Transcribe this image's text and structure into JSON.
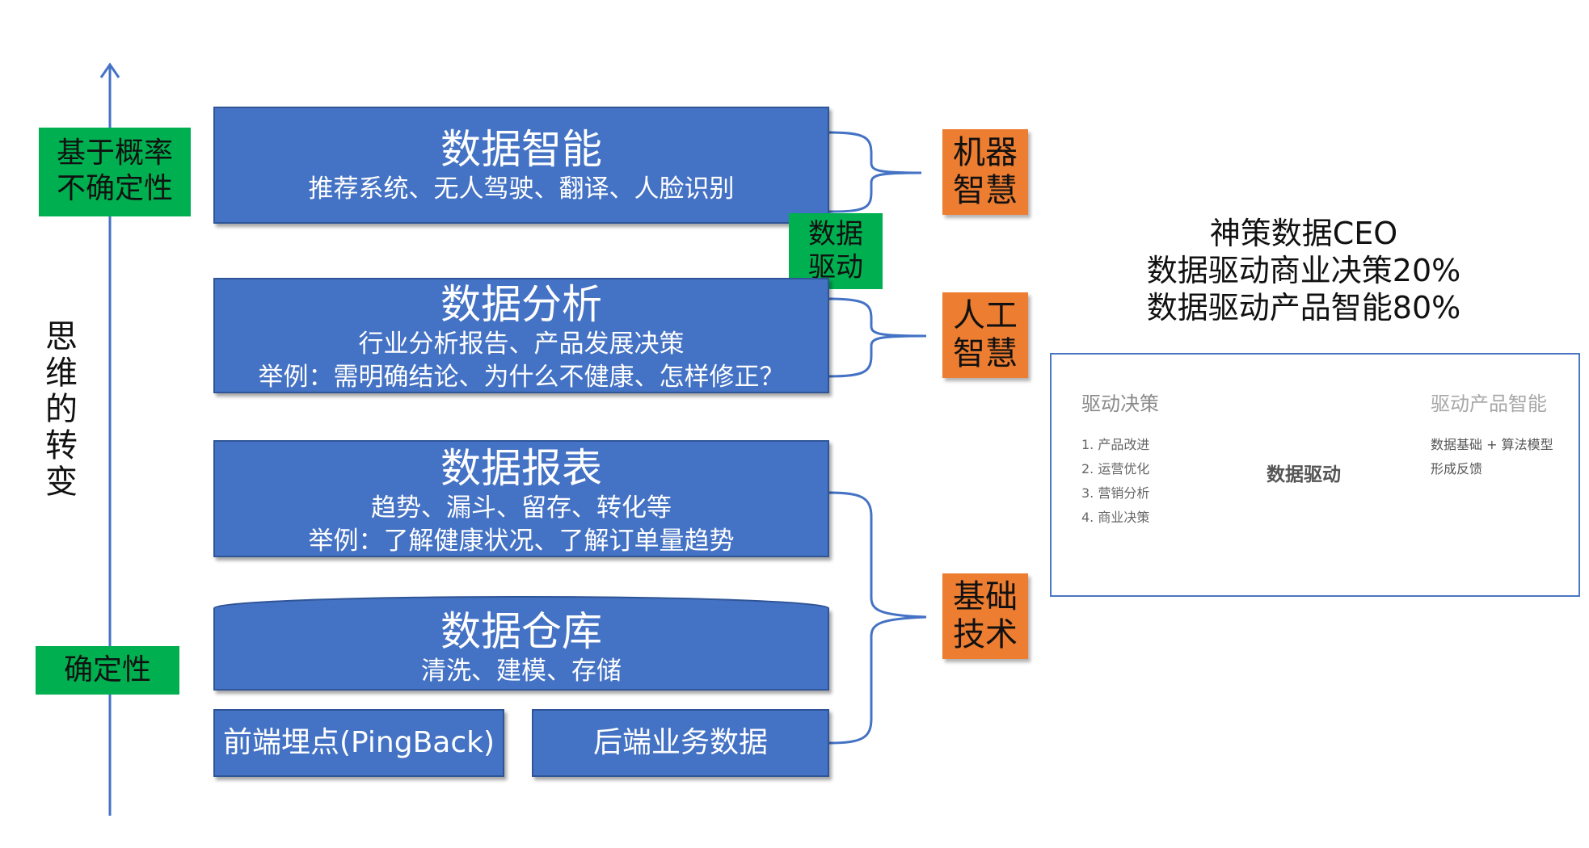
{
  "axis": {
    "top_label_line1": "基于概率",
    "top_label_line2": "不确定性",
    "bottom_label": "确定性",
    "vertical_text": "思维的转变"
  },
  "layers": {
    "intelligence": {
      "title": "数据智能",
      "line1": "推荐系统、无人驾驶、翻译、人脸识别"
    },
    "driven_tag": {
      "line1": "数据",
      "line2": "驱动"
    },
    "analysis": {
      "title": "数据分析",
      "line1": "行业分析报告、产品发展决策",
      "line2": "举例：需明确结论、为什么不健康、怎样修正？"
    },
    "report": {
      "title": "数据报表",
      "line1": "趋势、漏斗、留存、转化等",
      "line2": "举例：了解健康状况、了解订单量趋势"
    },
    "warehouse": {
      "title": "数据仓库",
      "line1": "清洗、建模、存储"
    },
    "frontend": "前端埋点(PingBack)",
    "backend": "后端业务数据"
  },
  "categories": {
    "machine": {
      "line1": "机器",
      "line2": "智慧"
    },
    "human": {
      "line1": "人工",
      "line2": "智慧"
    },
    "base": {
      "line1": "基础",
      "line2": "技术"
    }
  },
  "ceo": {
    "line1": "神策数据CEO",
    "line2": "数据驱动商业决策20%",
    "line3": "数据驱动产品智能80%"
  },
  "panel": {
    "left_title": "驱动决策",
    "left_items": [
      "1. 产品改进",
      "2. 运营优化",
      "3. 营销分析",
      "4. 商业决策"
    ],
    "right_title": "驱动产品智能",
    "right_items": [
      "数据基础 + 算法模型",
      "形成反馈"
    ],
    "center": "数据驱动"
  },
  "colors": {
    "box_blue": "#4472c4",
    "label_green": "#00b050",
    "label_orange": "#ed7d31",
    "arrow_blue": "#4472c4",
    "donut_dark": "#7a7a7a",
    "donut_light": "#b5b5b5"
  }
}
